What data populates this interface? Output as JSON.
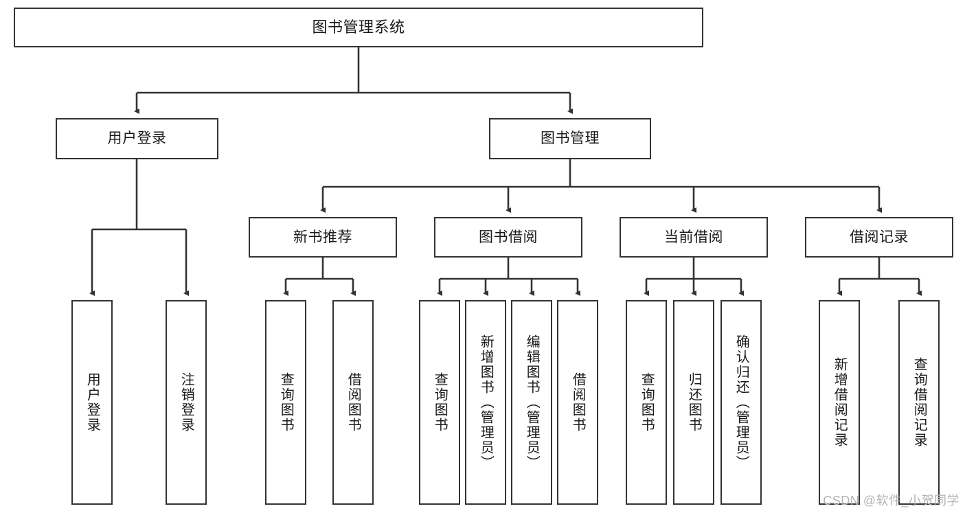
{
  "diagram": {
    "type": "tree-hierarchy-flowchart",
    "title": "图书管理系统",
    "orientation": "top-down",
    "watermark": "CSDN @软件_小贺同学",
    "colors": {
      "box_stroke": "#333333",
      "box_fill": "#ffffff",
      "connector": "#333333",
      "text": "#1a1a1a",
      "watermark": "#b3b3b3",
      "background": "#ffffff"
    },
    "levels": {
      "root": {
        "id": "root",
        "label": "图书管理系统"
      },
      "level2": [
        {
          "id": "user-login",
          "label": "用户登录"
        },
        {
          "id": "book-management",
          "label": "图书管理"
        }
      ],
      "level3": [
        {
          "id": "new-book-recommend",
          "label": "新书推荐",
          "parent": "book-management"
        },
        {
          "id": "book-borrow",
          "label": "图书借阅",
          "parent": "book-management"
        },
        {
          "id": "current-borrow",
          "label": "当前借阅",
          "parent": "book-management"
        },
        {
          "id": "borrow-record",
          "label": "借阅记录",
          "parent": "book-management"
        }
      ],
      "leaves": [
        {
          "id": "leaf-user-login",
          "label": "用户登录",
          "parent": "user-login"
        },
        {
          "id": "leaf-logout",
          "label": "注销登录",
          "parent": "user-login"
        },
        {
          "id": "leaf-query-book-1",
          "label": "查询图书",
          "parent": "new-book-recommend"
        },
        {
          "id": "leaf-borrow-book-1",
          "label": "借阅图书",
          "parent": "new-book-recommend"
        },
        {
          "id": "leaf-query-book-2",
          "label": "查询图书",
          "parent": "book-borrow"
        },
        {
          "id": "leaf-add-book",
          "label": "新增图书（管理员）",
          "parent": "book-borrow"
        },
        {
          "id": "leaf-edit-book",
          "label": "编辑图书（管理员）",
          "parent": "book-borrow"
        },
        {
          "id": "leaf-borrow-book-2",
          "label": "借阅图书",
          "parent": "book-borrow"
        },
        {
          "id": "leaf-query-book-3",
          "label": "查询图书",
          "parent": "current-borrow"
        },
        {
          "id": "leaf-return-book",
          "label": "归还图书",
          "parent": "current-borrow"
        },
        {
          "id": "leaf-confirm-return",
          "label": "确认归还（管理员）",
          "parent": "current-borrow"
        },
        {
          "id": "leaf-add-record",
          "label": "新增借阅记录",
          "parent": "borrow-record"
        },
        {
          "id": "leaf-query-record",
          "label": "查询借阅记录",
          "parent": "borrow-record"
        }
      ]
    }
  }
}
